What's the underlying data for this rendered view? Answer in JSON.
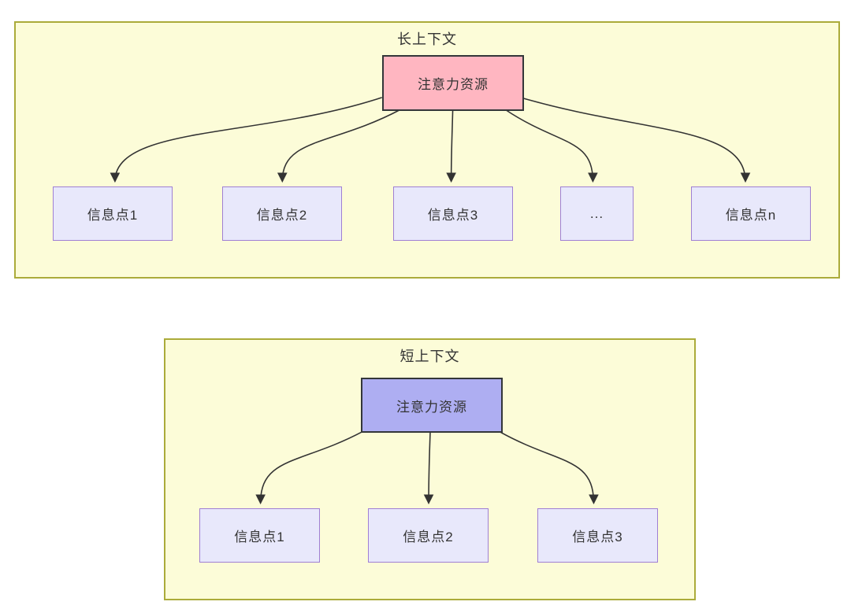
{
  "diagram": {
    "long_context": {
      "title": "长上下文",
      "attention": "注意力资源",
      "attention_color": "#FFB6C1",
      "items": [
        "信息点1",
        "信息点2",
        "信息点3",
        "...",
        "信息点n"
      ]
    },
    "short_context": {
      "title": "短上下文",
      "attention": "注意力资源",
      "attention_color": "#AEAEF2",
      "items": [
        "信息点1",
        "信息点2",
        "信息点3"
      ]
    },
    "colors": {
      "panel_bg": "#FCFCD8",
      "panel_border": "#ABAB3A",
      "item_bg": "#E8E8FB",
      "item_border": "#9F7FD4",
      "arrow": "#333333",
      "text": "#333333"
    }
  }
}
